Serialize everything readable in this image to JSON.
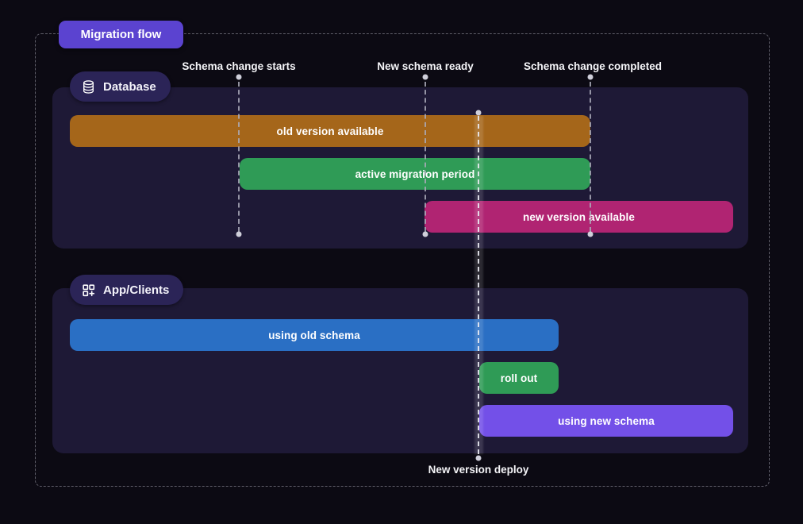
{
  "title": "Migration flow",
  "milestones": [
    {
      "label": "Schema change starts"
    },
    {
      "label": "New schema ready"
    },
    {
      "label": "Schema change completed"
    }
  ],
  "deploy_marker": {
    "label": "New version deploy"
  },
  "sections": [
    {
      "label": "Database",
      "icon": "database-icon",
      "bars": [
        {
          "label": "old version available",
          "color": "#a5661a"
        },
        {
          "label": "active migration period",
          "color": "#2f9b56"
        },
        {
          "label": "new version available",
          "color": "#b02472"
        }
      ]
    },
    {
      "label": "App/Clients",
      "icon": "apps-plus-icon",
      "bars": [
        {
          "label": "using old schema",
          "color": "#2a6fc4"
        },
        {
          "label": "roll out",
          "color": "#2f9b56"
        },
        {
          "label": "using new schema",
          "color": "#7350e8"
        }
      ]
    }
  ],
  "colors": {
    "background": "#0c0a13",
    "panel": "#1e1936",
    "title_badge": "#5b43d0",
    "section_badge": "#2b2457",
    "dashed_frame": "#c8c8d4",
    "milestone_line": "#aaaab8"
  }
}
